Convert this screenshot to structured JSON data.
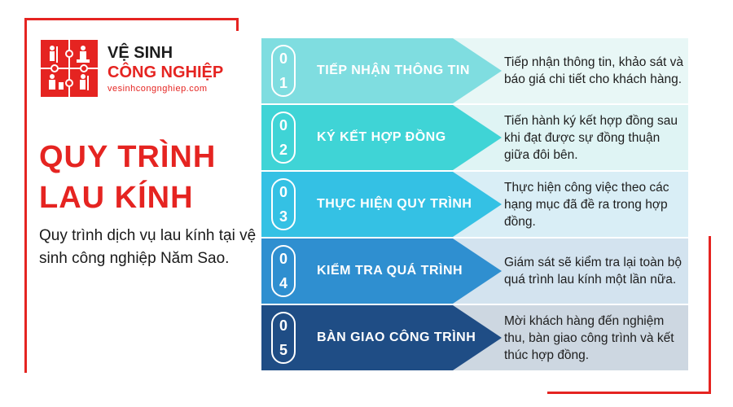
{
  "brand": {
    "name_line1": "VỆ SINH",
    "name_line2": "CÔNG NGHIỆP",
    "url": "vesinhcongnghiep.com"
  },
  "title_line1": "QUY TRÌNH",
  "title_line2": "LAU KÍNH",
  "subtitle": "Quy trình dịch vụ lau kính tại vệ sinh công nghiệp Năm Sao.",
  "colors": {
    "accent_red": "#e52421",
    "step1": "#7fdde0",
    "step2": "#3fd4d6",
    "step3": "#34c1e4",
    "step4": "#2f8fd0",
    "step5": "#1f4d85"
  },
  "steps": [
    {
      "d1": "0",
      "d2": "1",
      "title": "Tiếp nhận thông tin",
      "desc": "Tiếp nhận thông tin, khảo sát và báo giá chi tiết cho khách hàng."
    },
    {
      "d1": "0",
      "d2": "2",
      "title": "Ký kết hợp đồng",
      "desc": "Tiến hành ký kết hợp đồng sau khi đạt được sự đồng thuận giữa đôi bên."
    },
    {
      "d1": "0",
      "d2": "3",
      "title": "Thực hiện quy trình",
      "desc": "Thực hiện công việc theo các hạng mục đã đề ra trong hợp đồng."
    },
    {
      "d1": "0",
      "d2": "4",
      "title": "Kiểm tra quá trình",
      "desc": "Giám sát sẽ kiểm tra lại toàn bộ quá trình lau kính một lần nữa."
    },
    {
      "d1": "0",
      "d2": "5",
      "title": "Bàn giao công trình",
      "desc": "Mời khách hàng đến nghiệm thu, bàn giao công trình và kết thúc hợp đồng."
    }
  ]
}
